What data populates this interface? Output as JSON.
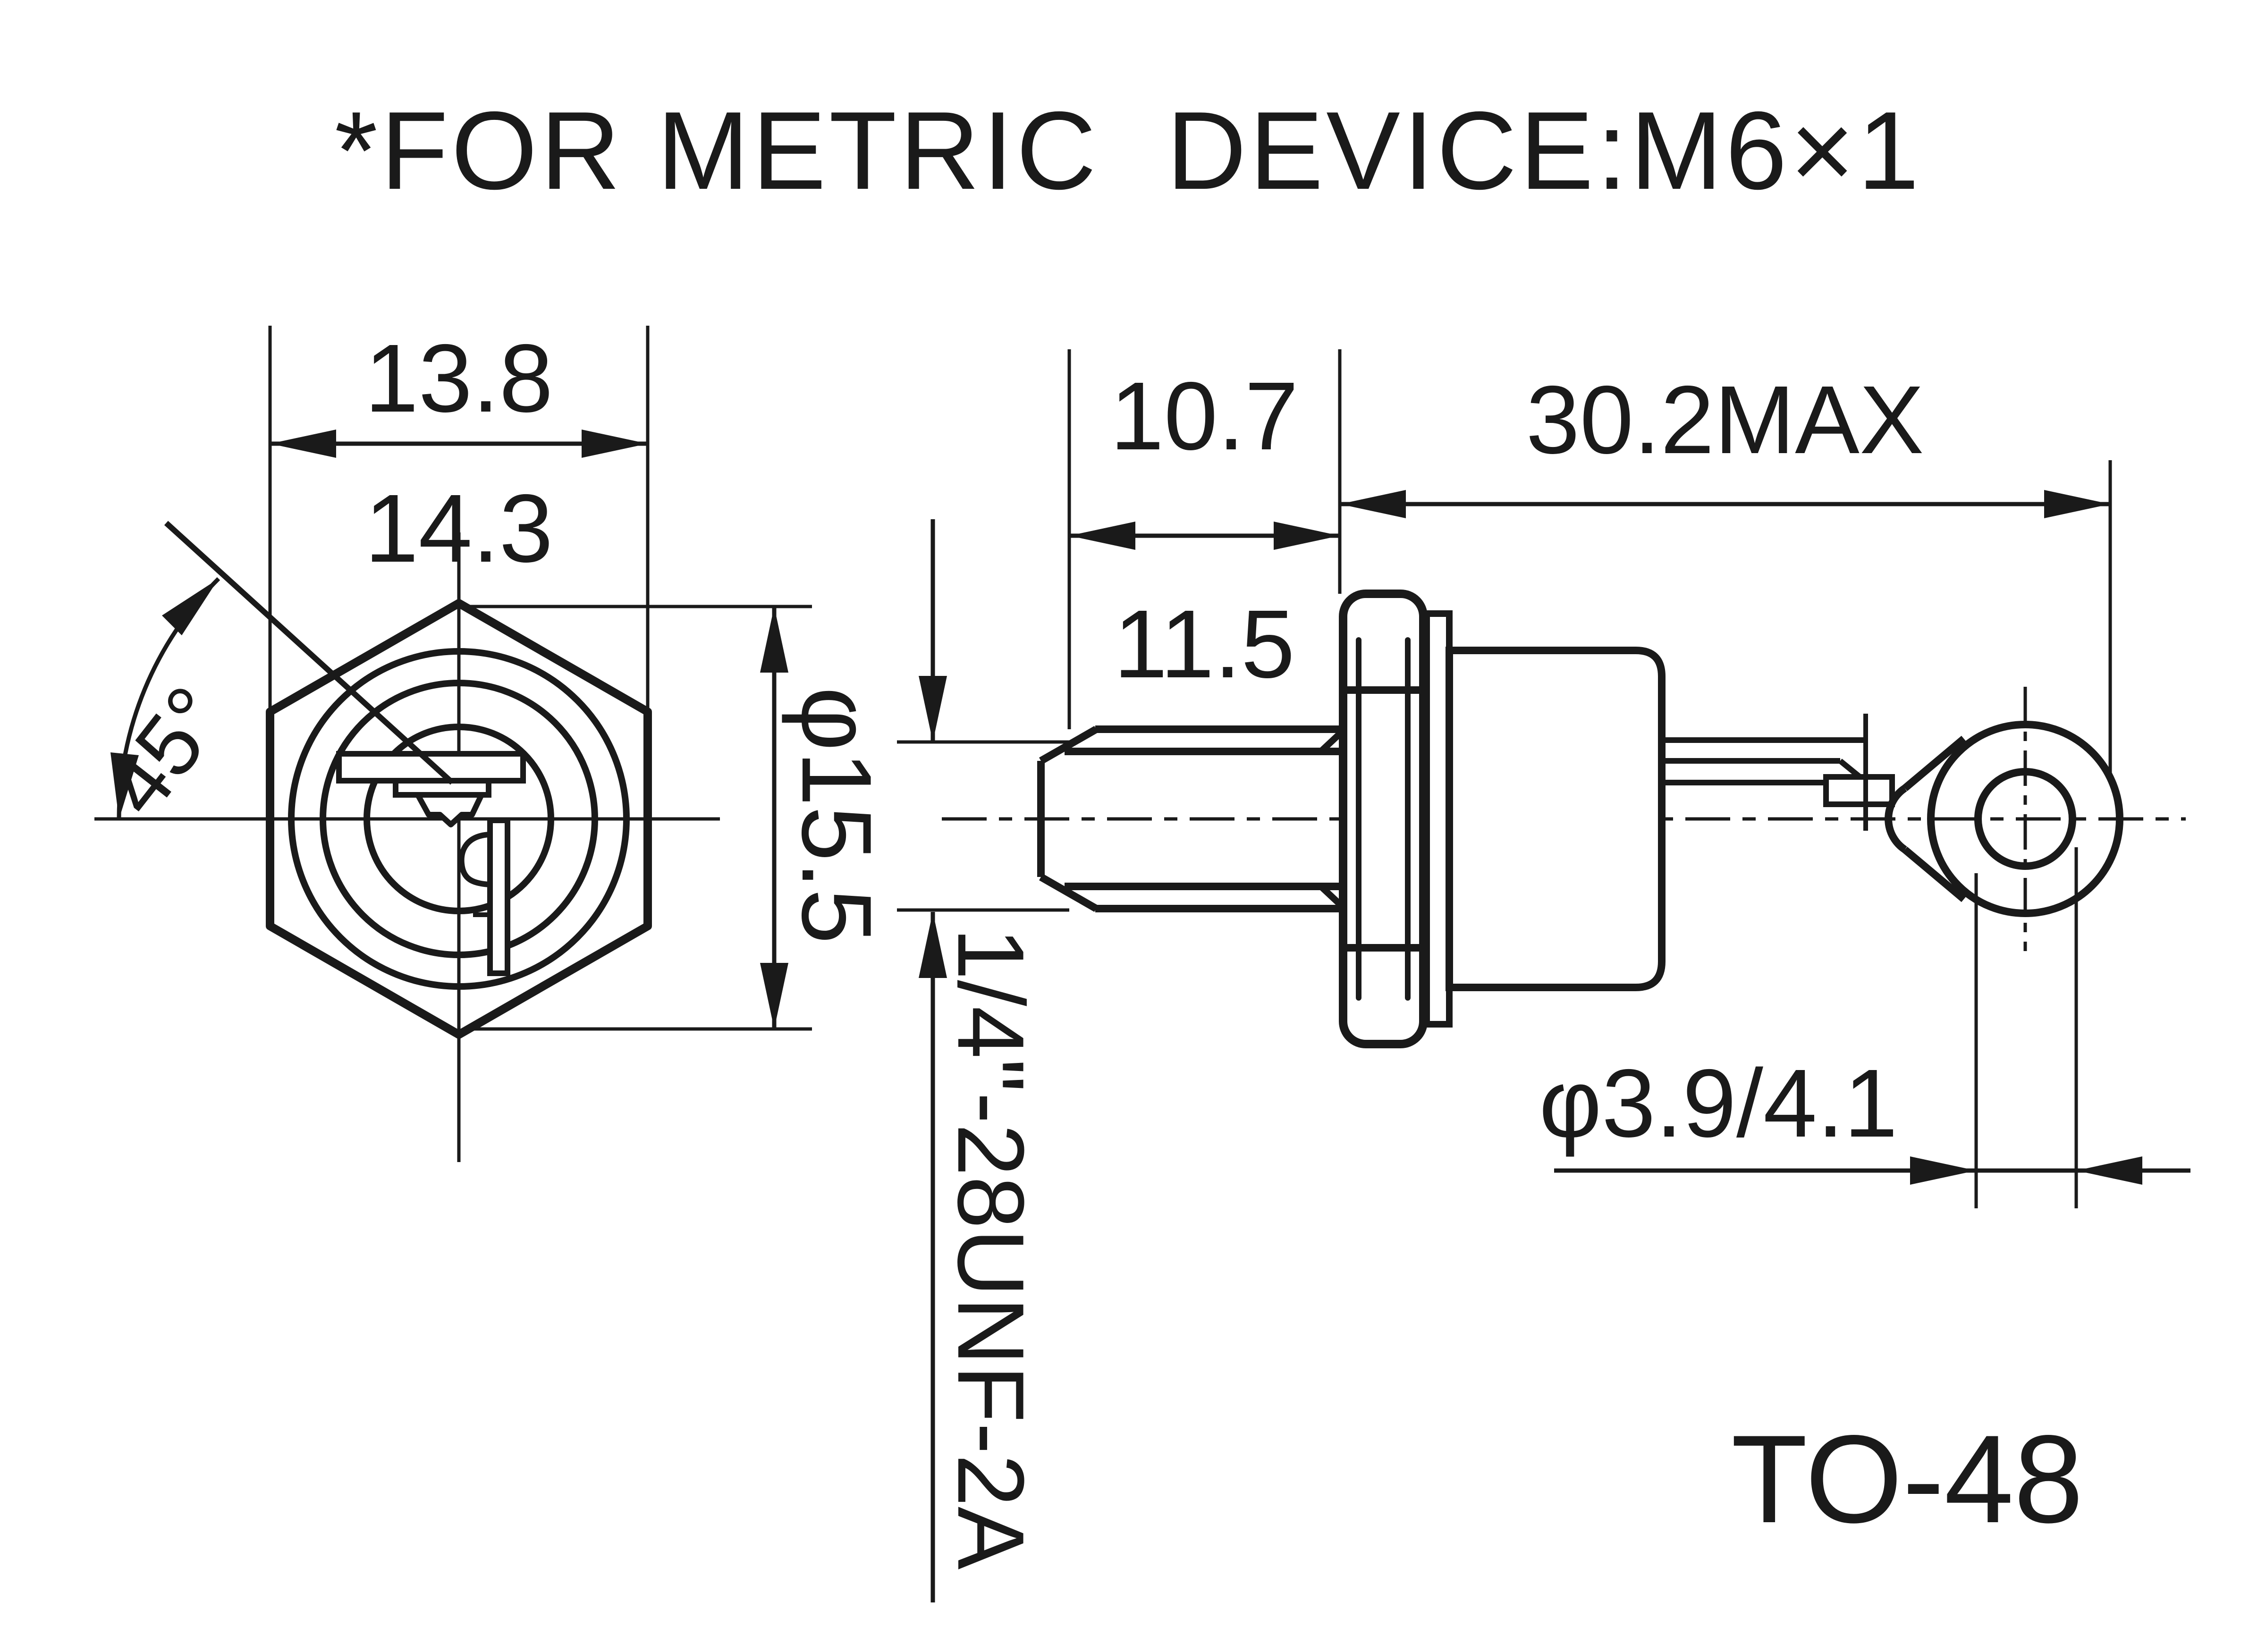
{
  "title": "*FOR METRIC  DEVICE:M6×1",
  "package_name": "TO-48",
  "front_view": {
    "across_flats_min": "13.8",
    "across_flats_max": "14.3",
    "key_angle": "45°",
    "body_diameter": "φ15.5"
  },
  "side_view": {
    "stud_length_min": "10.7",
    "stud_length_max": "11.5",
    "overall_length": "30.2MAX",
    "thread_spec": "1/4\"-28UNF-2A",
    "terminal_hole_diameter": "φ3.9/4.1"
  },
  "colors": {
    "ink": "#1a1a1a",
    "background": "#ffffff"
  }
}
